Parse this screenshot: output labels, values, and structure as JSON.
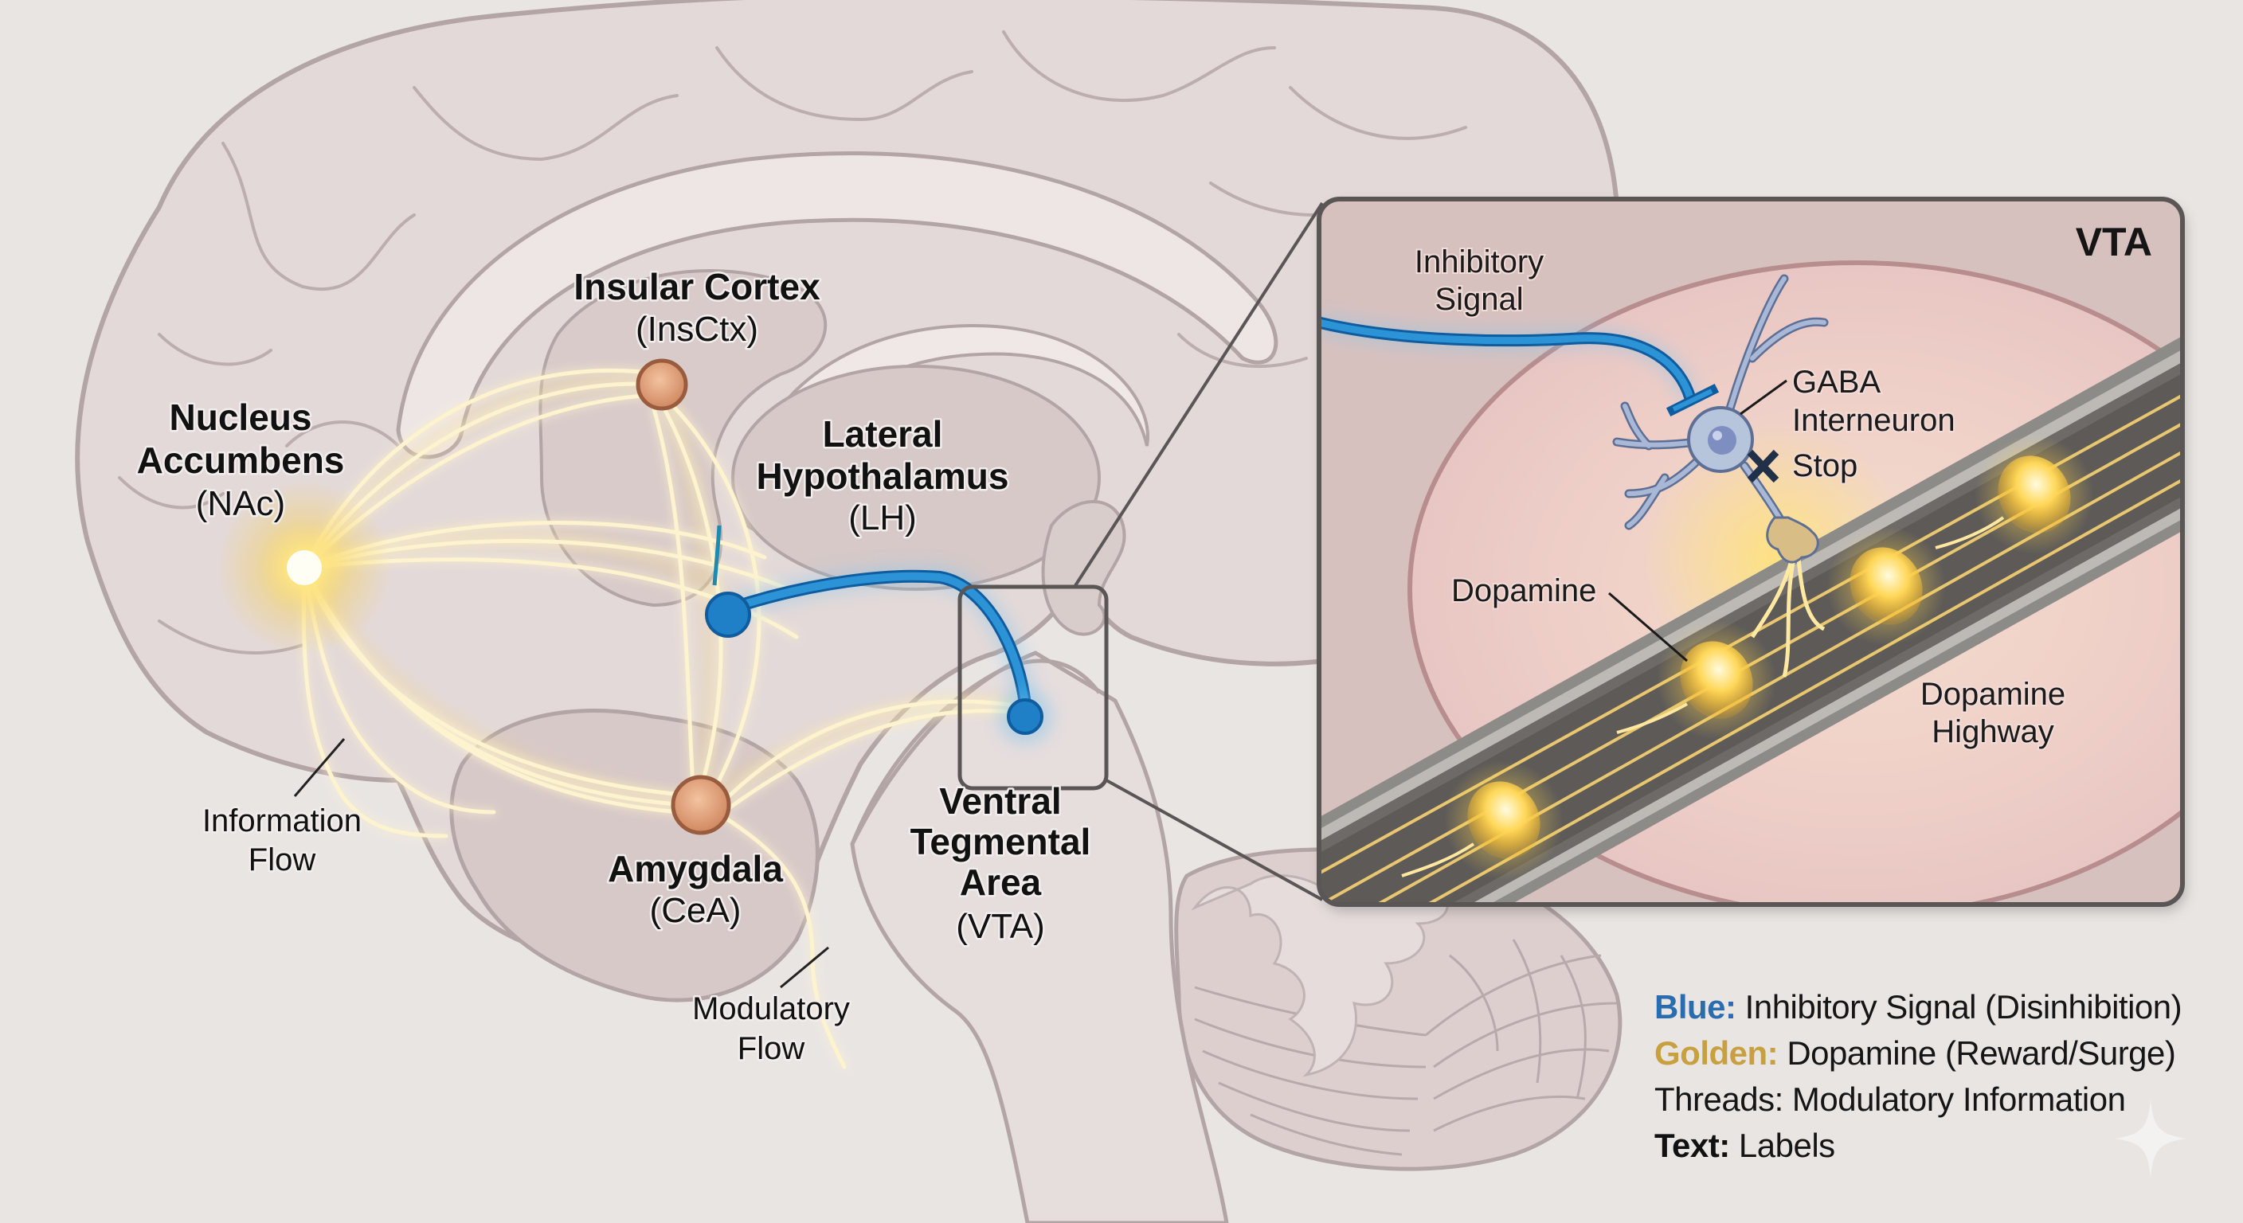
{
  "diagram": {
    "regions": {
      "nac": {
        "name_lines": [
          "Nucleus",
          "Accumbens"
        ],
        "abbr": "(NAc)"
      },
      "insctx": {
        "name_lines": [
          "Insular Cortex"
        ],
        "abbr": "(InsCtx)"
      },
      "lh": {
        "name_lines": [
          "Lateral",
          "Hypothalamus"
        ],
        "abbr": "(LH)"
      },
      "cea": {
        "name_lines": [
          "Amygdala"
        ],
        "abbr": "(CeA)"
      },
      "vta": {
        "name_lines": [
          "Ventral",
          "Tegmental",
          "Area"
        ],
        "abbr": "(VTA)"
      }
    },
    "callouts": {
      "information_flow": [
        "Information",
        "Flow"
      ],
      "modulatory_flow": [
        "Modulatory",
        "Flow"
      ]
    },
    "inset": {
      "title": "VTA",
      "inhibitory_signal": [
        "Inhibitory",
        "Signal"
      ],
      "gaba_interneuron": [
        "GABA",
        "Interneuron"
      ],
      "stop": "Stop",
      "dopamine": "Dopamine",
      "dopamine_highway": [
        "Dopamine",
        "Highway"
      ]
    },
    "colors": {
      "inhibitory_blue": "#1f7fc7",
      "dopamine_gold": "#f4c232",
      "node_copper": "#d9956a",
      "inset_pink": "#e9c9c6",
      "brain_fill": "#e5dbda"
    }
  },
  "legend": {
    "items": [
      {
        "key": "Blue:",
        "text": "Inhibitory Signal (Disinhibition)",
        "color": "#2a6cb0"
      },
      {
        "key": "Golden:",
        "text": "Dopamine (Reward/Surge)",
        "color": "#c9a040"
      },
      {
        "key": "Threads:",
        "text": "Modulatory Information",
        "color": "#151515"
      },
      {
        "key": "Text:",
        "text": "Labels",
        "color": "#111111"
      }
    ]
  }
}
